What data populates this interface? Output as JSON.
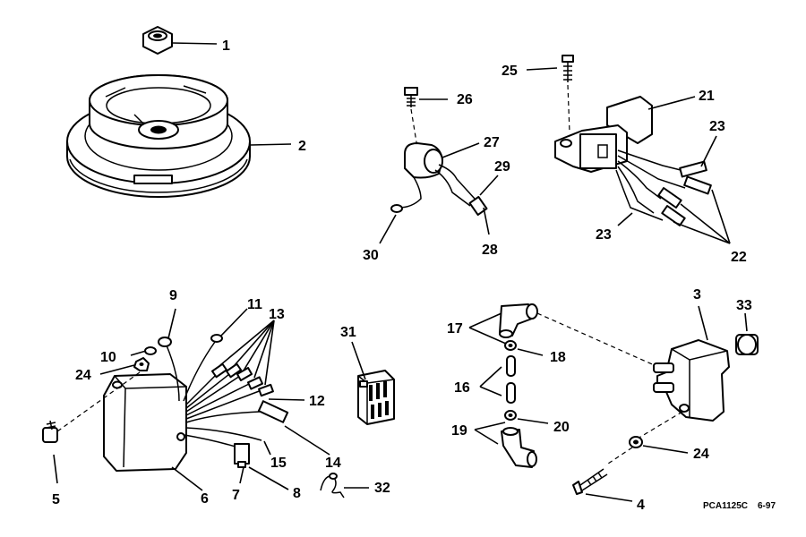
{
  "diagram": {
    "callouts": [
      "1",
      "2",
      "3",
      "4",
      "5",
      "6",
      "7",
      "8",
      "9",
      "10",
      "11",
      "12",
      "13",
      "14",
      "15",
      "16",
      "17",
      "18",
      "19",
      "20",
      "21",
      "22",
      "23",
      "23",
      "24",
      "24",
      "25",
      "26",
      "27",
      "28",
      "29",
      "30",
      "31",
      "32",
      "33"
    ],
    "footer_code": "PCA1125C",
    "footer_date": "6-97"
  }
}
